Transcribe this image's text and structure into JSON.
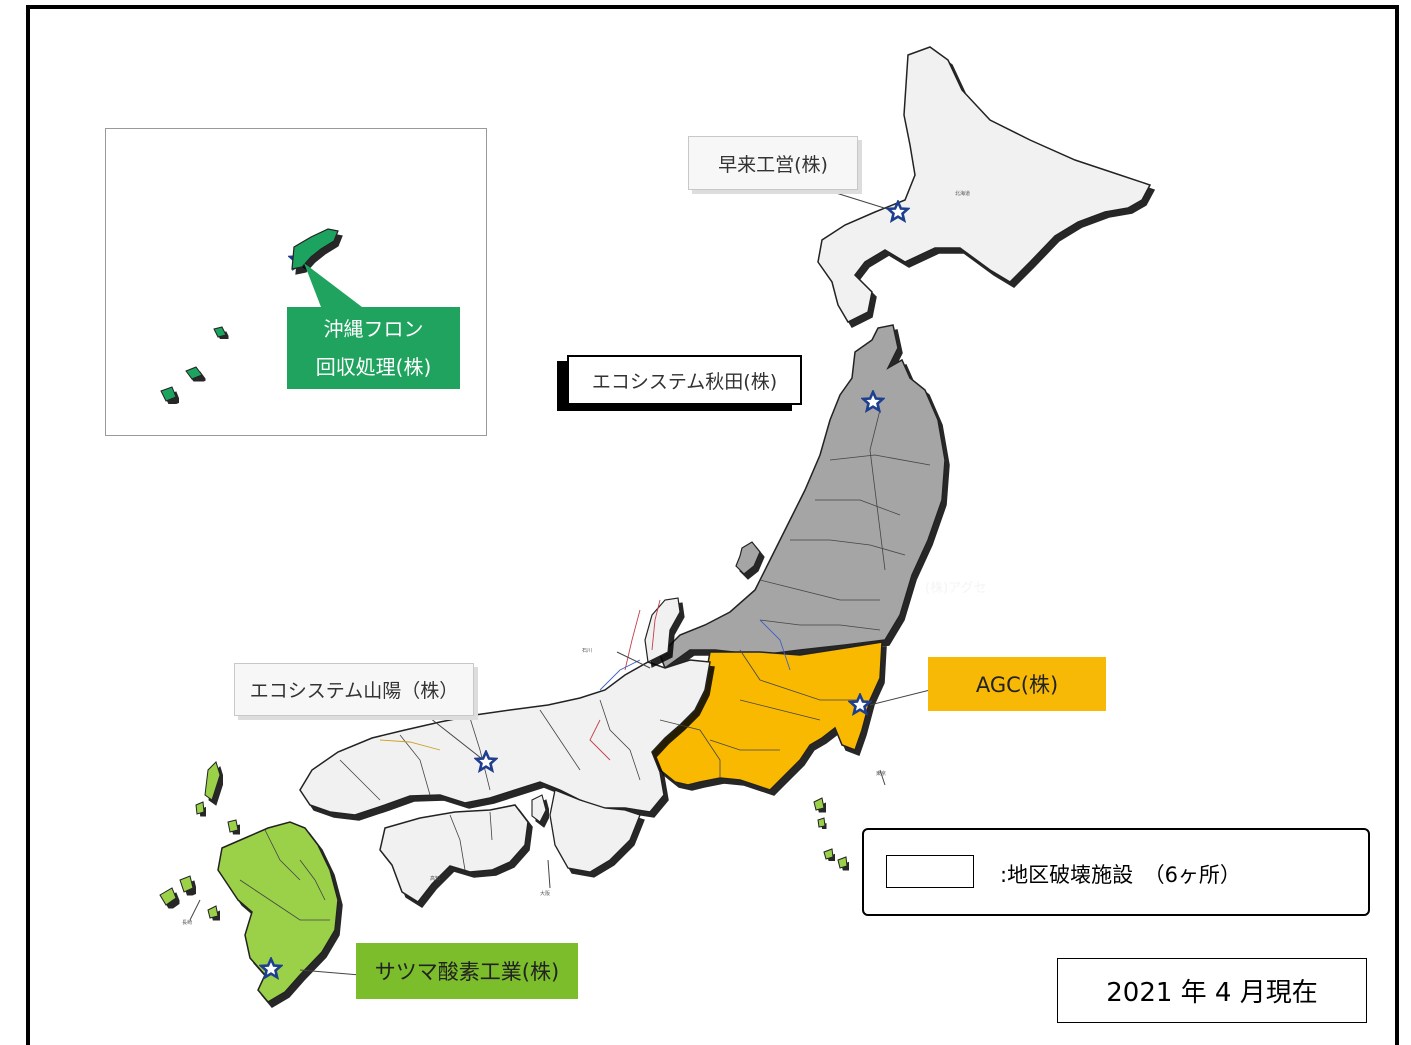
{
  "map": {
    "colors": {
      "hokkaido": "#f1f1f1",
      "tohoku": "#a5a5a5",
      "kanto": "#f8b906",
      "west": "#f1f1f1",
      "kyushu": "#9bd04a",
      "okinawa": "#1fa35f",
      "outline": "#222222",
      "star": "#1e3f8f"
    },
    "facilities": [
      {
        "name": "早来工営(株)",
        "style": "light",
        "region": "hokkaido"
      },
      {
        "name": "エコシステム秋田(株)",
        "style": "dark",
        "region": "tohoku"
      },
      {
        "name": "AGC(株)",
        "style": "amber",
        "region": "kanto"
      },
      {
        "name": "エコシステム山陽（株）",
        "style": "light",
        "region": "chugoku"
      },
      {
        "name": "サツマ酸素工業(株)",
        "style": "lime",
        "region": "kyushu"
      },
      {
        "name_line1": "沖縄フロン",
        "name_line2": "回収処理(株)",
        "style": "green",
        "region": "okinawa"
      }
    ],
    "prefecture_labels": {
      "hokkaido": "北海道",
      "tokyo": "東京",
      "ishikawa": "石川",
      "osaka": "大阪",
      "nagasaki": "長崎",
      "kochi": "高知"
    },
    "faint_label": "(株)アグセ"
  },
  "legend": {
    "label": ":地区破壊施設　（6ヶ所）"
  },
  "date": "2021 年 4 月現在"
}
